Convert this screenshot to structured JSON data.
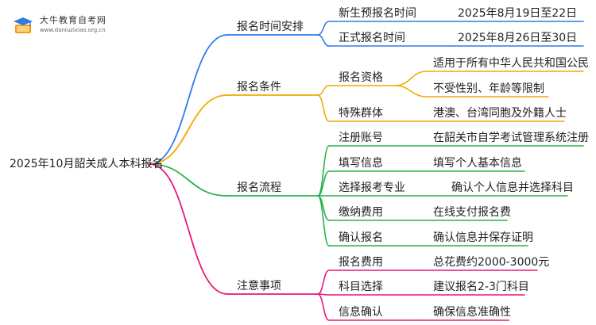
{
  "logo": {
    "name": "大牛教育自考网",
    "url": "www.daniuzixiao.org.cn",
    "icon": "graduation-cap-book-icon"
  },
  "root": "2025年10月韶关成人本科报名",
  "colors": {
    "schedule": "#2f7bea",
    "conditions": "#f2a900",
    "process": "#27b24b",
    "notes": "#e6177a"
  },
  "branches": [
    {
      "label": "报名时间安排",
      "items": [
        {
          "label": "新生预报名时间",
          "value": "2025年8月19日至22日"
        },
        {
          "label": "正式报名时间",
          "value": "2025年8月26日至30日"
        }
      ]
    },
    {
      "label": "报名条件",
      "items": [
        {
          "label": "报名资格",
          "values": [
            "适用于所有中华人民共和国公民",
            "不受性别、年龄等限制"
          ]
        },
        {
          "label": "特殊群体",
          "value": "港澳、台湾同胞及外籍人士"
        }
      ]
    },
    {
      "label": "报名流程",
      "items": [
        {
          "label": "注册账号",
          "value": "在韶关市自学考试管理系统注册"
        },
        {
          "label": "填写信息",
          "value": "填写个人基本信息"
        },
        {
          "label": "选择报考专业",
          "value": "确认个人信息并选择科目"
        },
        {
          "label": "缴纳费用",
          "value": "在线支付报名费"
        },
        {
          "label": "确认报名",
          "value": "确认信息并保存证明"
        }
      ]
    },
    {
      "label": "注意事项",
      "items": [
        {
          "label": "报名费用",
          "value": "总花费约2000-3000元"
        },
        {
          "label": "科目选择",
          "value": "建议报名2-3门科目"
        },
        {
          "label": "信息确认",
          "value": "确保信息准确性"
        }
      ]
    }
  ]
}
